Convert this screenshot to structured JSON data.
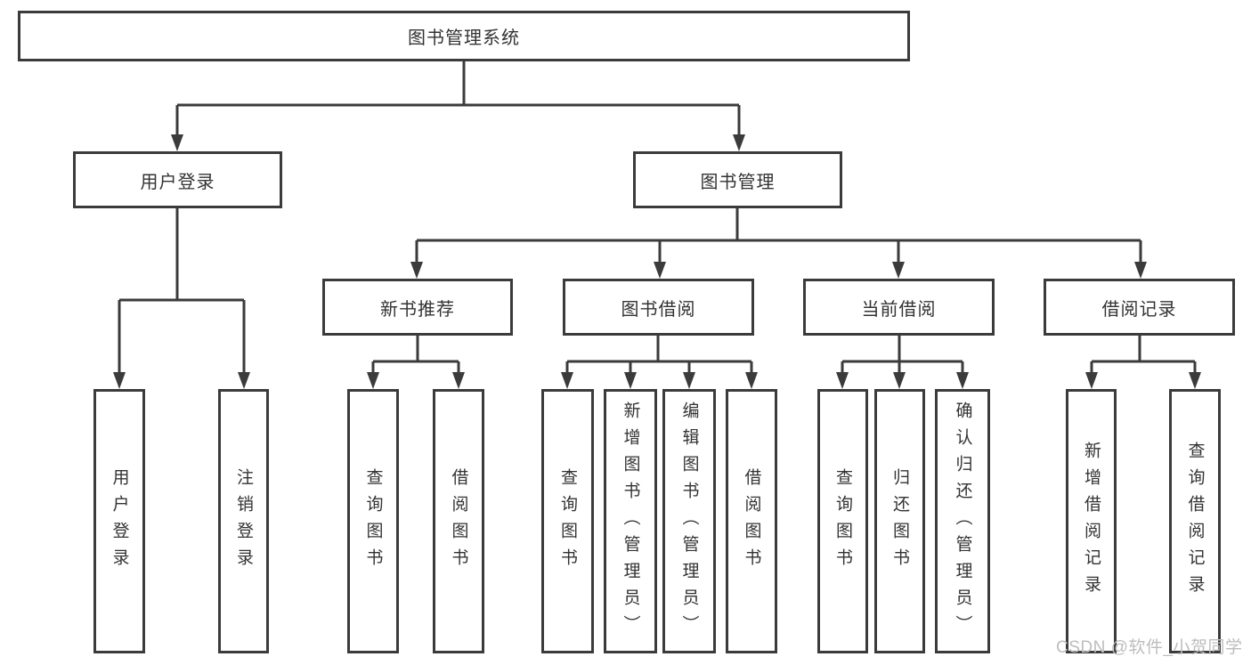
{
  "tree": {
    "root": "图书管理系统",
    "login": {
      "label": "用户登录",
      "children": [
        "用户登录",
        "注销登录"
      ]
    },
    "management": {
      "label": "图书管理",
      "groups": [
        {
          "label": "新书推荐",
          "children": [
            "查询图书",
            "借阅图书"
          ]
        },
        {
          "label": "图书借阅",
          "children": [
            "查询图书",
            "新增图书（管理员）",
            "编辑图书（管理员）",
            "借阅图书"
          ]
        },
        {
          "label": "当前借阅",
          "children": [
            "查询图书",
            "归还图书",
            "确认归还（管理员）"
          ]
        },
        {
          "label": "借阅记录",
          "children": [
            "新增借阅记录",
            "查询借阅记录"
          ]
        }
      ]
    }
  },
  "watermark": "CSDN @软件_小贺同学",
  "colors": {
    "line": "#3b3b3b",
    "text": "#333333",
    "watermark": "#bdbdbd",
    "background": "#ffffff"
  }
}
